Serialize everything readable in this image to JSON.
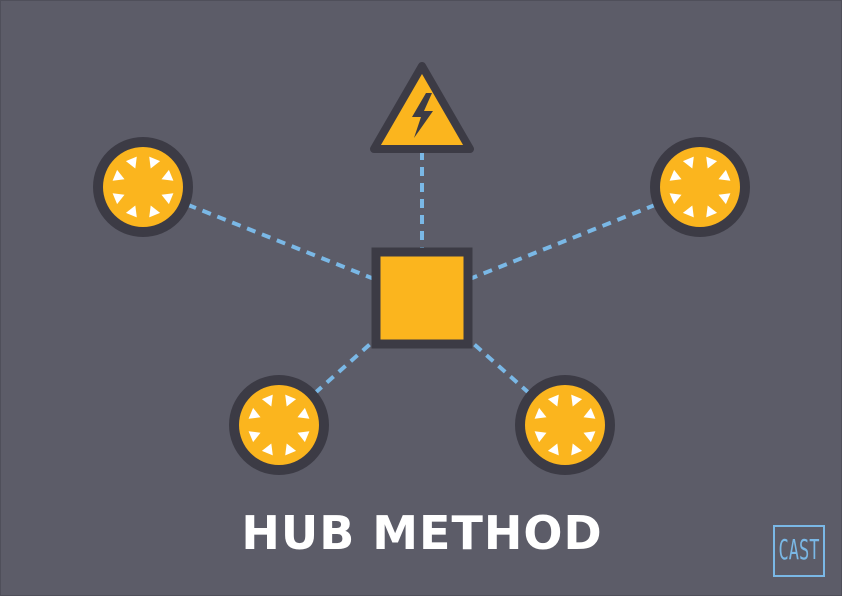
{
  "title": "HUB METHOD",
  "logo": {
    "text": "CAST"
  },
  "colors": {
    "background": "#5c5c68",
    "node_fill": "#fbb51e",
    "node_stroke": "#3c3b45",
    "connector": "#7ab8e6",
    "text": "#ffffff"
  },
  "nodes": {
    "hub": {
      "shape": "square",
      "icon": "hub-square"
    },
    "power": {
      "shape": "triangle",
      "icon": "lightning-bolt-icon"
    },
    "spokes": [
      {
        "id": "top-left",
        "icon": "wheel-icon"
      },
      {
        "id": "top-right",
        "icon": "wheel-icon"
      },
      {
        "id": "bottom-left",
        "icon": "wheel-icon"
      },
      {
        "id": "bottom-right",
        "icon": "wheel-icon"
      }
    ]
  }
}
